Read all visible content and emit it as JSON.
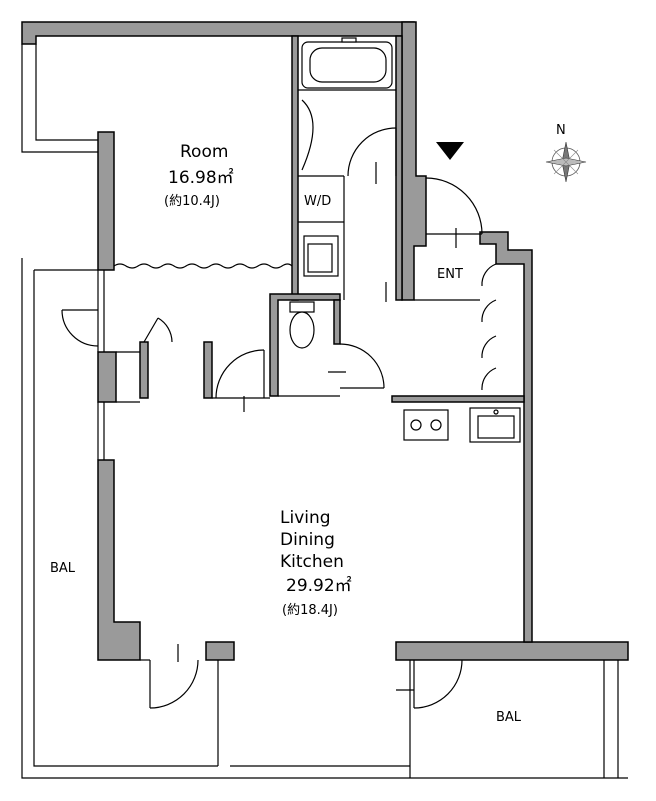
{
  "rooms": {
    "room": {
      "name": "Room",
      "area": "16.98㎡",
      "jo": "(約10.4J)"
    },
    "ldk": {
      "line1": "Living",
      "line2": "Dining",
      "line3": "Kitchen",
      "area": "29.92㎡",
      "jo": "(約18.4J)"
    },
    "wd": "W/D",
    "ent": "ENT",
    "bal_left": "BAL",
    "bal_bottom": "BAL"
  },
  "compass": {
    "north_label": "N"
  },
  "colors": {
    "wall": "#9a9a9a",
    "line": "#000000",
    "background": "#ffffff"
  }
}
